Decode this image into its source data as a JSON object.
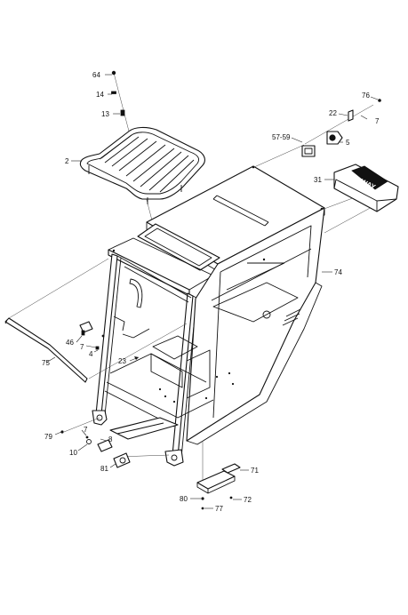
{
  "callouts": [
    {
      "id": "c64",
      "text": "64"
    },
    {
      "id": "c14",
      "text": "14"
    },
    {
      "id": "c13",
      "text": "13"
    },
    {
      "id": "c2",
      "text": "2"
    },
    {
      "id": "c76",
      "text": "76"
    },
    {
      "id": "c22",
      "text": "22"
    },
    {
      "id": "c7a",
      "text": "7"
    },
    {
      "id": "c5759",
      "text": "57-59"
    },
    {
      "id": "c5",
      "text": "5"
    },
    {
      "id": "c31",
      "text": "31"
    },
    {
      "id": "c74",
      "text": "74"
    },
    {
      "id": "c46",
      "text": "46"
    },
    {
      "id": "c7b",
      "text": "7"
    },
    {
      "id": "c4",
      "text": "4"
    },
    {
      "id": "c75",
      "text": "75"
    },
    {
      "id": "c23",
      "text": "23"
    },
    {
      "id": "c79",
      "text": "79"
    },
    {
      "id": "c7c",
      "text": "7"
    },
    {
      "id": "c10",
      "text": "10"
    },
    {
      "id": "c8",
      "text": "8"
    },
    {
      "id": "c81",
      "text": "81"
    },
    {
      "id": "c71",
      "text": "71"
    },
    {
      "id": "c80",
      "text": "80"
    },
    {
      "id": "c72",
      "text": "72"
    },
    {
      "id": "c77",
      "text": "77"
    }
  ],
  "logo_text": "WAY",
  "colors": {
    "ink": "#111111",
    "background": "#ffffff"
  }
}
